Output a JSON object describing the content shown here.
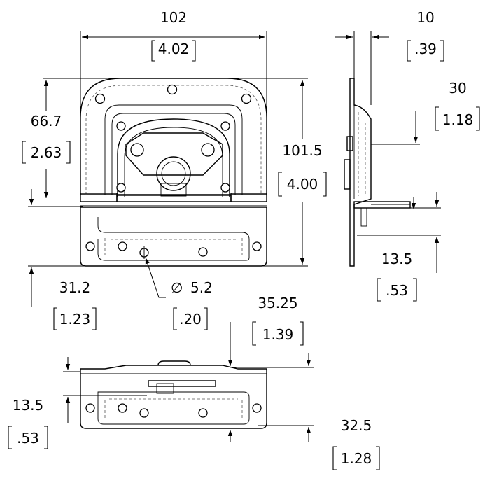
{
  "dimensions": {
    "width_top": {
      "mm": "102",
      "in": "4.02"
    },
    "thickness_top": {
      "mm": "10",
      "in": ".39"
    },
    "height_left": {
      "mm": "66.7",
      "in": "2.63"
    },
    "height_total": {
      "mm": "101.5",
      "in": "4.00"
    },
    "offset_right": {
      "mm": "30",
      "in": "1.18"
    },
    "offset_low": {
      "mm": "13.5",
      "in": ".53"
    },
    "hole_offset": {
      "mm": "31.2",
      "in": "1.23"
    },
    "hole_diameter": {
      "mm": "5.2",
      "in": ".20"
    },
    "bottom_upper": {
      "mm": "35.25",
      "in": "1.39"
    },
    "bottom_left": {
      "mm": "13.5",
      "in": ".53"
    },
    "bottom_right": {
      "mm": "32.5",
      "in": "1.28"
    }
  },
  "symbols": {
    "diameter": "∅"
  }
}
